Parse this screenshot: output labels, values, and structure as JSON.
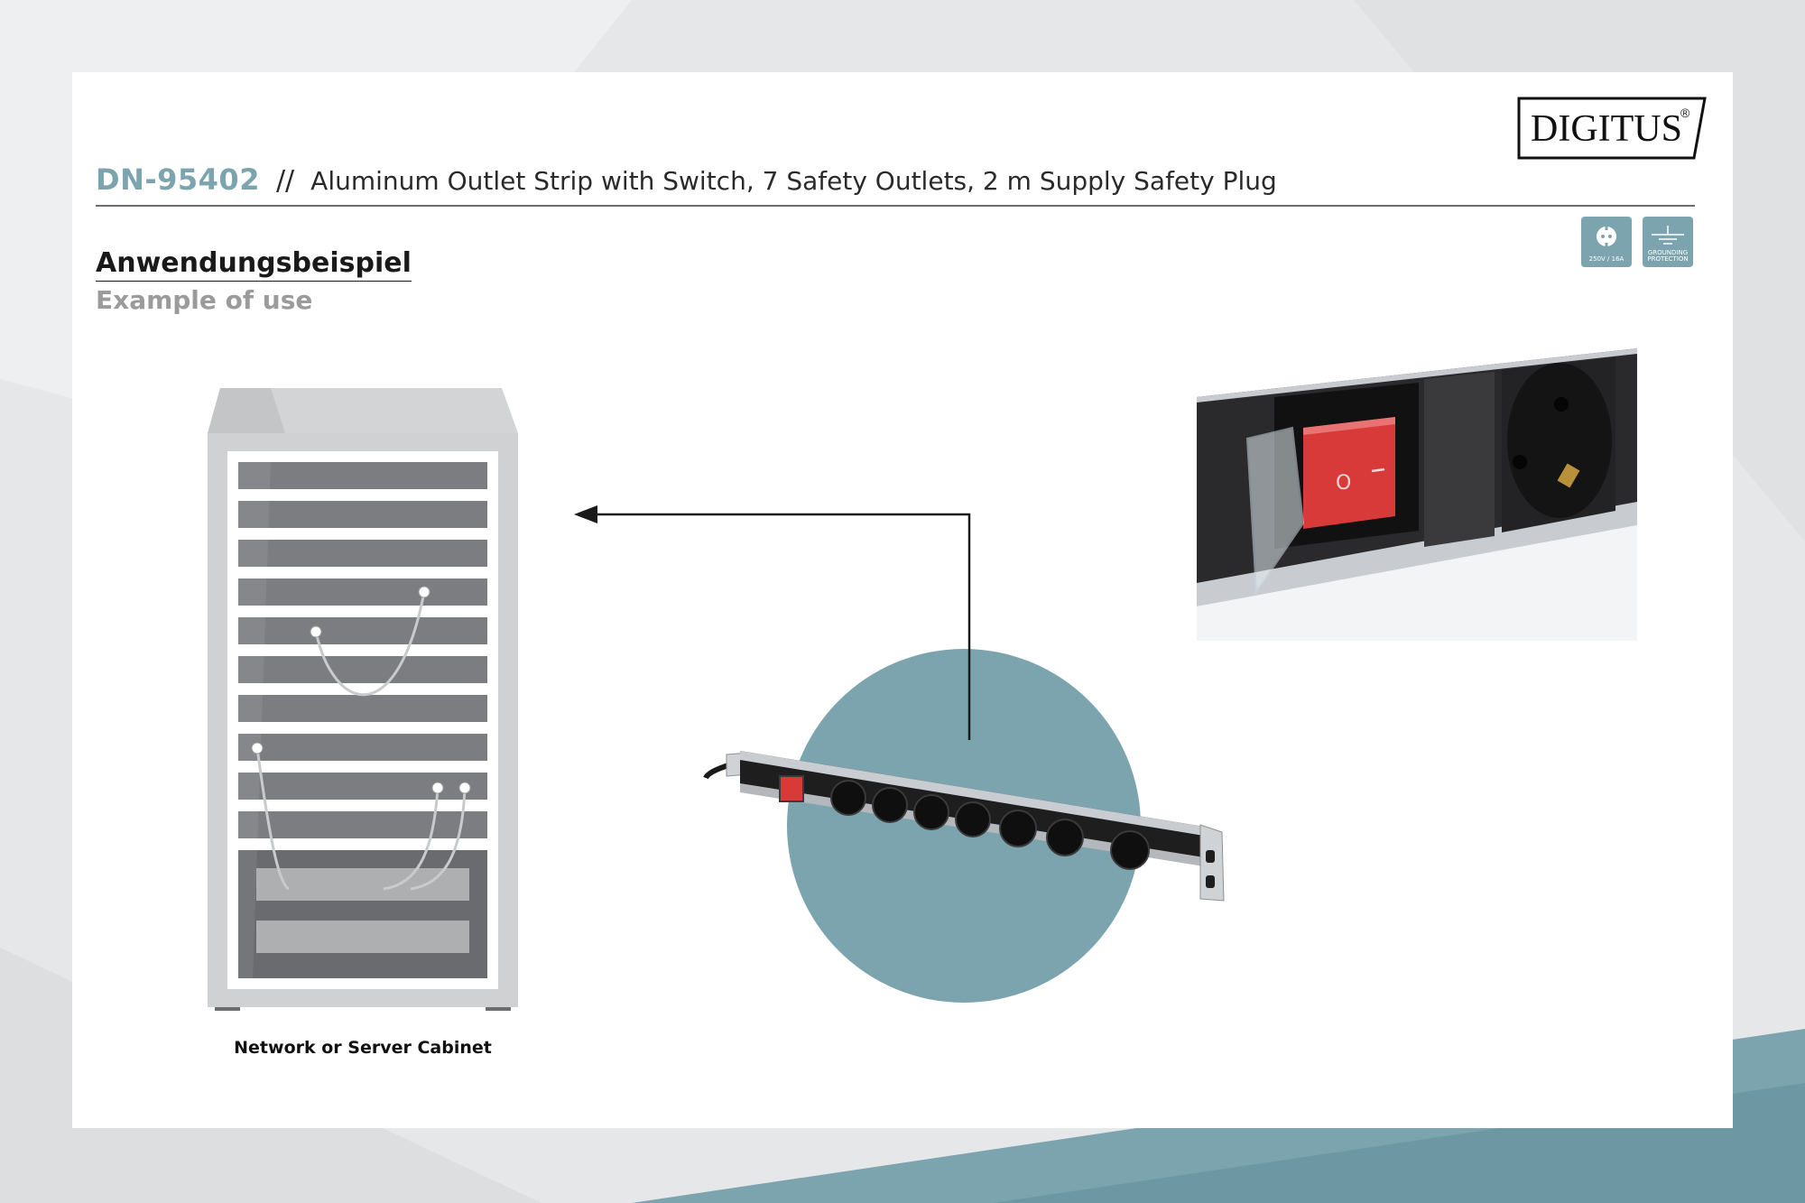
{
  "brand": {
    "name": "DIGITUS",
    "registered_mark": "®"
  },
  "header": {
    "model": "DN-95402",
    "separator": "//",
    "title": "Aluminum Outlet Strip with Switch, 7 Safety Outlets, 2 m Supply Safety Plug"
  },
  "section": {
    "title_de": "Anwendungsbeispiel",
    "title_en": "Example of use"
  },
  "badges": [
    {
      "icon": "safety-outlet-icon",
      "text": "250V / 16A"
    },
    {
      "icon": "grounding-icon",
      "text": "GROUNDING PROTECTION"
    }
  ],
  "cabinet": {
    "caption": "Network or Server Cabinet"
  },
  "switch": {
    "off_symbol": "O",
    "on_symbol": "I"
  },
  "colors": {
    "accent": "#7ba4ae",
    "switch_red": "#d83a3a",
    "strip_black": "#1e1e1e",
    "aluminum": "#c9ccd0"
  },
  "outlet_count": 7
}
